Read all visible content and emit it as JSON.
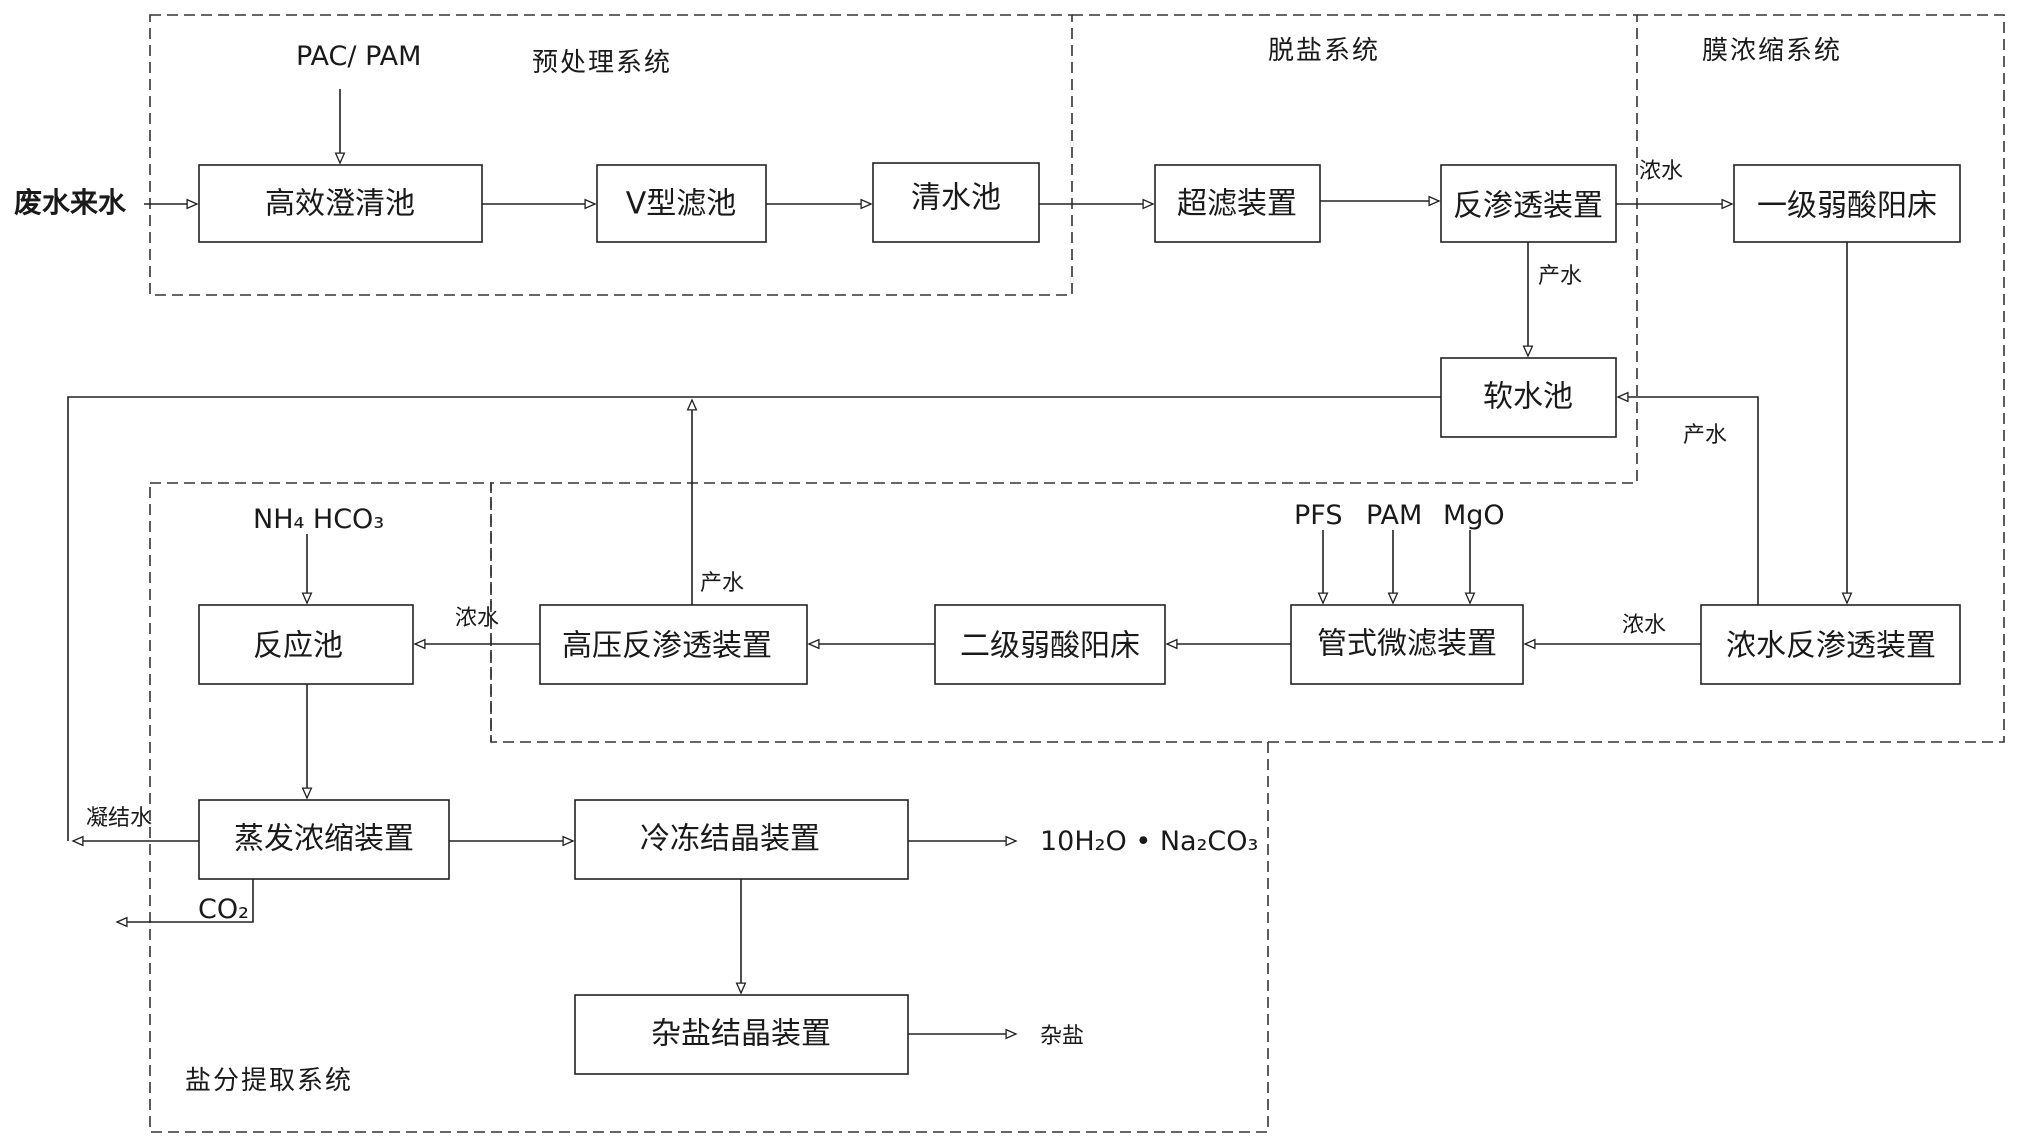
{
  "groups": {
    "pretreatment": "预处理系统",
    "desalination": "脱盐系统",
    "membrane_concentration": "膜浓缩系统",
    "salt_extraction": "盐分提取系统"
  },
  "boxes": {
    "clarifier": "高效澄清池",
    "v_filter": "V型滤池",
    "clear_water_tank": "清水池",
    "ultrafiltration": "超滤装置",
    "reverse_osmosis": "反渗透装置",
    "weak_acid_cation_1": "一级弱酸阳床",
    "soft_water_tank": "软水池",
    "concentrate_ro": "浓水反渗透装置",
    "tubular_microfiltration": "管式微滤装置",
    "weak_acid_cation_2": "二级弱酸阳床",
    "high_pressure_ro": "高压反渗透装置",
    "reaction_tank": "反应池",
    "evaporator": "蒸发浓缩装置",
    "freeze_crystallizer": "冷冻结晶装置",
    "mixed_salt_crystallizer": "杂盐结晶装置"
  },
  "labels": {
    "wastewater_in": "废水来水",
    "pac_pam": "PAC/ PAM",
    "concentrate_1": "浓水",
    "product_1": "产水",
    "product_2": "产水",
    "concentrate_2": "浓水",
    "product_3": "产水",
    "concentrate_3": "浓水",
    "condensate": "凝结水",
    "pfs": "PFS",
    "pam": "PAM",
    "mgo": "MgO",
    "nh4hco3": "NH₄ HCO₃",
    "co2": "CO₂",
    "soda_product": "10H₂O • Na₂CO₃",
    "mixed_salt": "杂盐"
  }
}
